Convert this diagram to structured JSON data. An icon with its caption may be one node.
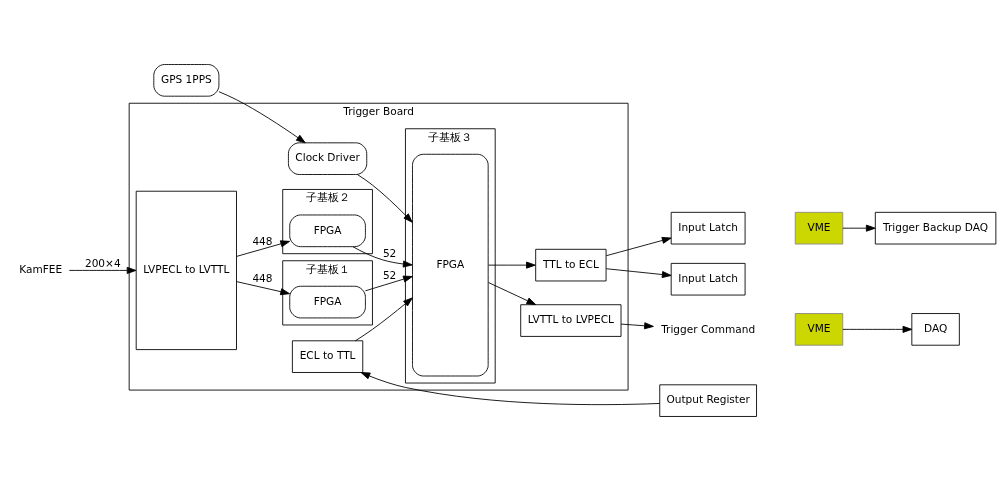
{
  "diagram": {
    "nodes": [
      {
        "text": [
          "Trigger Board"
        ]
      },
      {
        "text": [
          "KamFEE"
        ]
      },
      {
        "text": [
          "LVPECL to LVTTL"
        ],
        "in": 0
      },
      {
        "text": [
          "子基板１"
        ],
        "in": 0
      },
      {
        "text": [
          "FPGA"
        ],
        "in": 3
      },
      {
        "text": [
          "子基板２"
        ],
        "in": 0
      },
      {
        "text": [
          "FPGA"
        ],
        "in": 5
      },
      {
        "text": [
          "子基板３"
        ],
        "in": 0
      },
      {
        "text": [
          "FPGA"
        ],
        "in": 7
      },
      {
        "text": [
          "TTL to ECL"
        ],
        "in": 0
      },
      {
        "text": [
          "ECL to TTL"
        ],
        "in": 0
      },
      {
        "text": [
          "LVTTL to LVPECL"
        ],
        "in": 0
      },
      {
        "text": [
          "GPS 1PPS"
        ]
      },
      {
        "text": [
          "Clock Driver"
        ],
        "in": 0
      },
      {
        "text": [
          "Trigger Command"
        ]
      },
      {
        "text": [
          "VME"
        ]
      },
      {
        "text": [
          "Input Latch"
        ]
      },
      {
        "text": [
          "Trigger Backup DAQ"
        ]
      },
      {
        "text": [
          "VME"
        ]
      },
      {
        "text": [
          "Input Latch"
        ]
      },
      {
        "text": [
          "Output Register"
        ]
      },
      {
        "text": [
          "DAQ"
        ]
      }
    ],
    "edges": [
      {
        "from": 1,
        "to": 2,
        "arrow": "to",
        "label": "200×4"
      },
      {
        "from": 2,
        "to": 4,
        "arrow": "to",
        "label": "448"
      },
      {
        "from": 2,
        "to": 6,
        "arrow": "to",
        "label": "448"
      },
      {
        "from": 4,
        "to": 8,
        "arrow": "to",
        "label": "52"
      },
      {
        "from": 6,
        "to": 8,
        "arrow": "to",
        "label": "52"
      },
      {
        "from": 12,
        "to": 13,
        "arrow": "to"
      },
      {
        "from": 13,
        "to": 8,
        "arrow": "to"
      },
      {
        "from": 8,
        "to": 9,
        "arrow": "to"
      },
      {
        "from": 9,
        "to": 16,
        "arrow": "to"
      },
      {
        "from": 9,
        "to": 19,
        "arrow": "to"
      },
      {
        "from": 20,
        "to": 10,
        "arrow": "to"
      },
      {
        "from": 10,
        "to": 8,
        "arrow": "to"
      },
      {
        "from": 8,
        "to": 11,
        "arrow": "to"
      },
      {
        "from": 11,
        "to": 14,
        "arrow": "to"
      },
      {
        "from": 15,
        "to": 17,
        "arrow": "to"
      },
      {
        "from": 18,
        "to": 21,
        "arrow": "to"
      }
    ]
  }
}
